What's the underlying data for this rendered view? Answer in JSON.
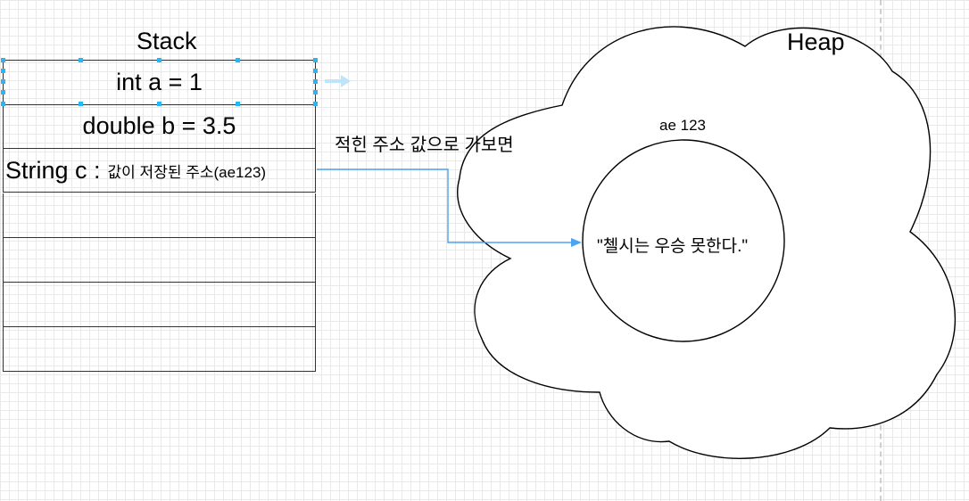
{
  "stack": {
    "title": "Stack",
    "rows": [
      {
        "text": "int a = 1"
      },
      {
        "text": "double b = 3.5"
      },
      {
        "key": "String c :",
        "value": "값이 저장된 주소(ae123)"
      },
      {
        "text": ""
      },
      {
        "text": ""
      },
      {
        "text": ""
      },
      {
        "text": ""
      }
    ]
  },
  "heap": {
    "title": "Heap",
    "object_address": "ae 123",
    "object_value": "\"첼시는 우승 못한다.\""
  },
  "annotation": "적힌 주소 값으로 가보면",
  "colors": {
    "connector": "#4da3ef",
    "selection": "#29b6f2",
    "outline": "#000000"
  }
}
